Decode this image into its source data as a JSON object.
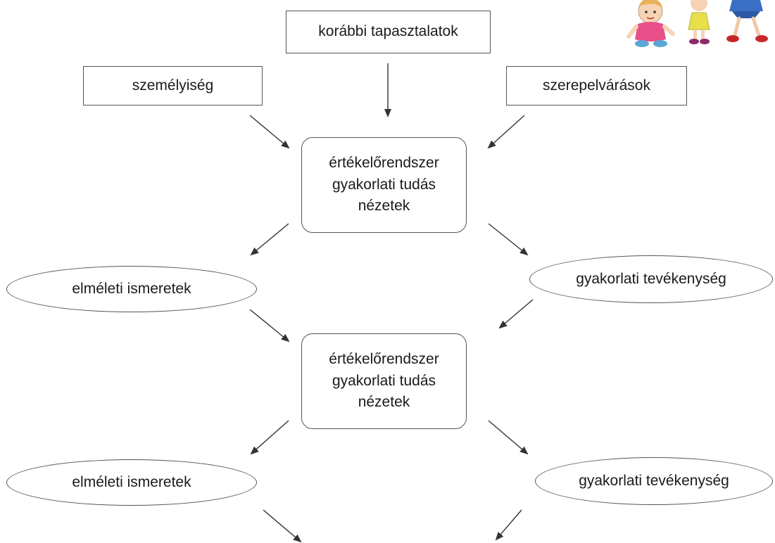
{
  "inputs": {
    "previous_experience": "korábbi tapasztalatok",
    "personality": "személyiség",
    "role_expectations": "szerepelvárások"
  },
  "core_1": {
    "line1": "értékelőrendszer",
    "line2": "gyakorlati tudás",
    "line3": "nézetek"
  },
  "theory_1": "elméleti ismeretek",
  "practice_1": "gyakorlati tevékenység",
  "core_2": {
    "line1": "értékelőrendszer",
    "line2": "gyakorlati tudás",
    "line3": "nézetek"
  },
  "theory_2": "elméleti ismeretek",
  "practice_2": "gyakorlati tevékenység",
  "decoration": {
    "icon": "children-clipart-icon"
  },
  "colors": {
    "border": "#555555",
    "arrow": "#333333",
    "text": "#1a1a1a",
    "background": "#ffffff"
  }
}
